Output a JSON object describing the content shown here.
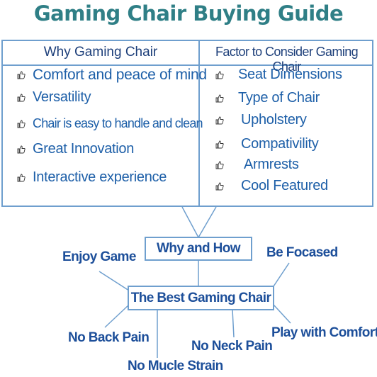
{
  "title": "Gaming Chair Buying Guide",
  "table": {
    "left_header": "Why Gaming Chair",
    "right_header": "Factor to Consider Gaming Chair",
    "left_items": [
      "Comfort and peace of mind",
      "Versatility",
      "Chair is easy to handle and clean",
      "Great Innovation",
      "Interactive experience"
    ],
    "right_items": [
      "Seat Dimensions",
      "Type of Chair",
      "Upholstery",
      "Compativility",
      "Armrests",
      "Cool Featured"
    ],
    "bullet_icon": "thumbs-up-icon"
  },
  "diagram": {
    "top_node": "Why and How",
    "center_node": "The Best Gaming Chair",
    "branches": {
      "enjoy_game": "Enjoy Game",
      "be_focused": "Be Focased",
      "no_back_pain": "No Back Pain",
      "no_mucle_strain": "No Mucle Strain",
      "no_neck_pain": "No Neck Pain",
      "play_with_comfort": "Play with Comfort"
    }
  },
  "colors": {
    "title": "#2f7f86",
    "border": "#6f9fce",
    "list_text": "#1d5fa8",
    "node_text": "#1d4f9a"
  }
}
